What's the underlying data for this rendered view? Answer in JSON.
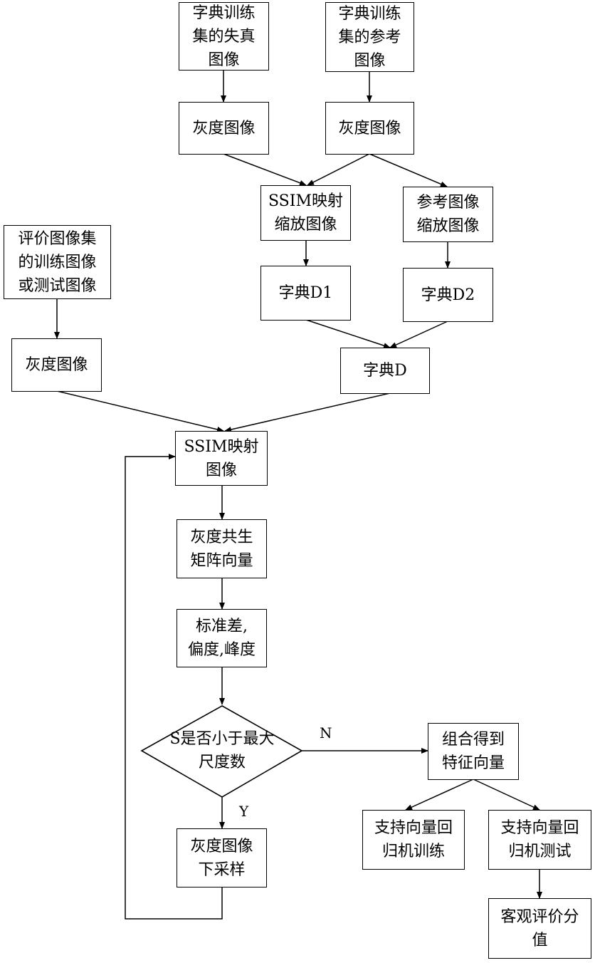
{
  "nodes": {
    "train_distorted": "字典训练\n集的失真\n图像",
    "train_reference": "字典训练\n集的参考\n图像",
    "gray_a": "灰度图像",
    "gray_b": "灰度图像",
    "ssim_scaled": "SSIM映射\n缩放图像",
    "ref_scaled": "参考图像\n缩放图像",
    "dict_d1": "字典D1",
    "dict_d2": "字典D2",
    "eval_images": "评价图像集\n的训练图像\n或测试图像",
    "gray_c": "灰度图像",
    "dict_d": "字典D",
    "ssim_map": "SSIM映射\n图像",
    "glcm": "灰度共生\n矩阵向量",
    "stats": "标准差,\n偏度,峰度",
    "decision": "S是否小于最大\n尺度数",
    "downsample": "灰度图像\n下采样",
    "feature_vector": "组合得到\n特征向量",
    "svr_train": "支持向量回\n归机训练",
    "svr_test": "支持向量回\n归机测试",
    "score": "客观评价分\n值"
  },
  "edge_labels": {
    "no": "N",
    "yes": "Y"
  }
}
